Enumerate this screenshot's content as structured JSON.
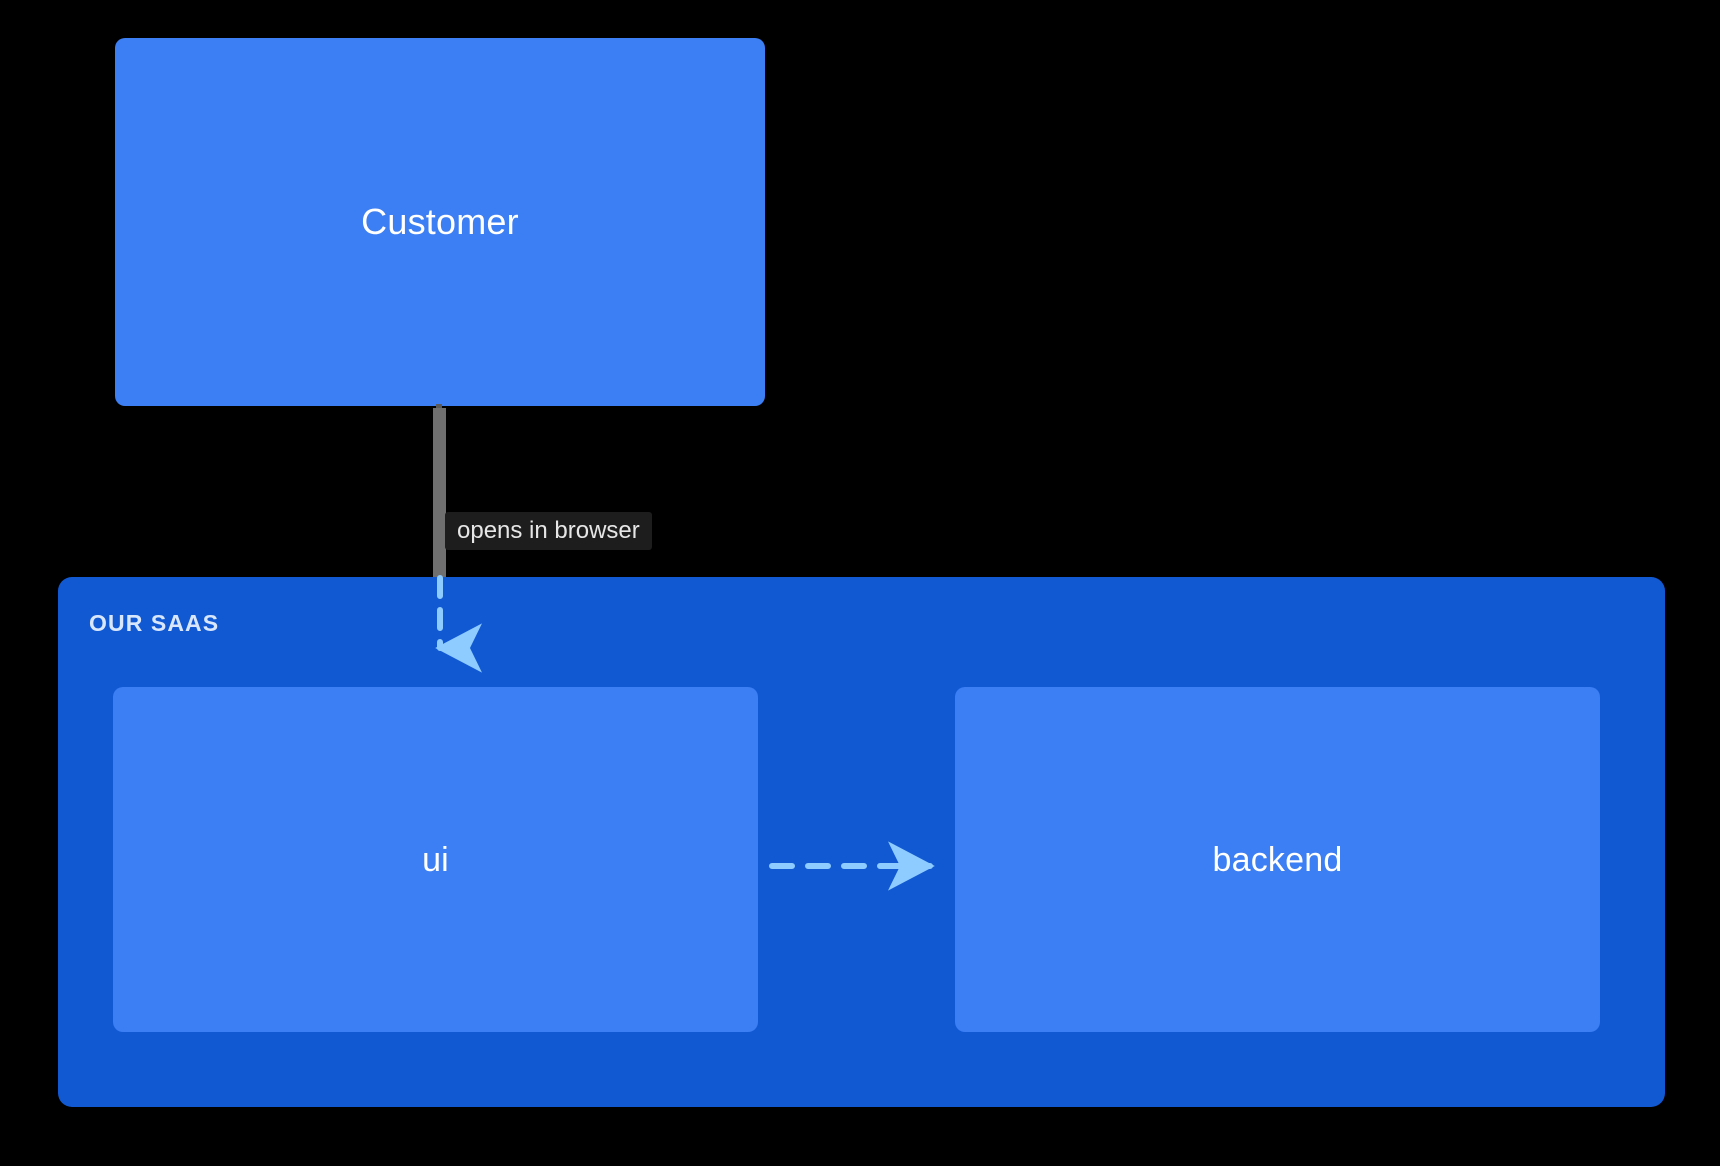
{
  "diagram": {
    "background_color": "#000000",
    "type": "architecture-flow-diagram",
    "nodes": [
      {
        "id": "customer",
        "label": "Customer",
        "fill": "#3c7ef3",
        "text_color": "#ffffff"
      },
      {
        "id": "ui",
        "label": "ui",
        "fill": "#3c7ef3",
        "text_color": "#ffffff"
      },
      {
        "id": "backend",
        "label": "backend",
        "fill": "#3c7ef3",
        "text_color": "#ffffff"
      }
    ],
    "containers": [
      {
        "id": "our-saas",
        "title": "OUR SAAS",
        "fill": "#1159d3",
        "title_color": "#d9e7fd",
        "contains": [
          "ui",
          "backend"
        ]
      }
    ],
    "edges": [
      {
        "id": "customer-to-ui",
        "from": "Customer",
        "to": "ui",
        "label": "opens in browser",
        "style": "dashed",
        "direction": "down",
        "stroke": "#8ecbff",
        "stub_stroke": "#6f6f6f",
        "label_background": "#1d1d1d",
        "label_color": "#e6e6e6"
      },
      {
        "id": "ui-to-backend",
        "from": "ui",
        "to": "backend",
        "label": "",
        "style": "dashed",
        "direction": "right",
        "stroke": "#8ecbff"
      }
    ]
  }
}
